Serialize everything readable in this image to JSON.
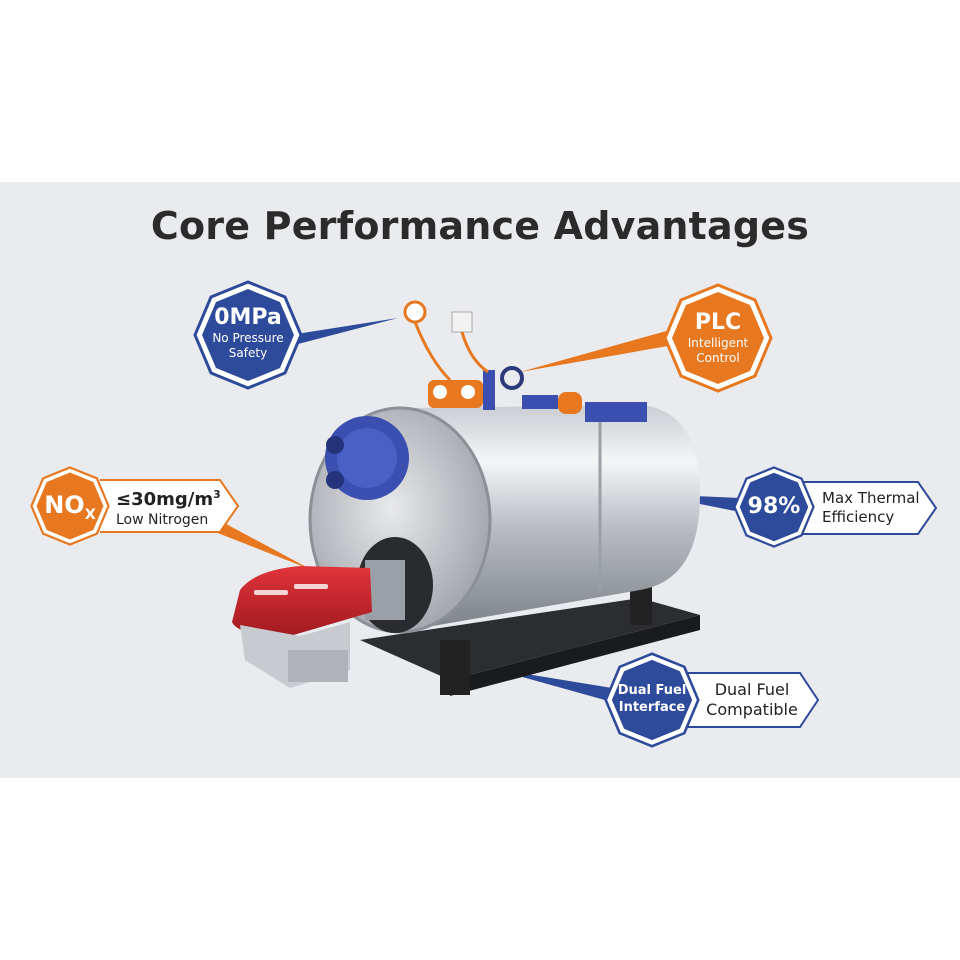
{
  "title": "Core Performance Advantages",
  "colors": {
    "blue": "#2e4a9b",
    "orange": "#e8781f",
    "background": "#e9ebee",
    "white": "#ffffff"
  },
  "badges": {
    "pressure": {
      "value": "0MPa",
      "line1": "No Pressure",
      "line2": "Safety",
      "color": "blue"
    },
    "plc": {
      "value": "PLC",
      "line1": "Intelligent",
      "line2": "Control",
      "color": "orange"
    },
    "nox": {
      "value": "NO",
      "sub": "X",
      "side_line1": "≤30mg/m",
      "side_sup": "3",
      "side_line2": "Low Nitrogen",
      "color": "orange"
    },
    "efficiency": {
      "value": "98%",
      "side_line1": "Max Thermal",
      "side_line2": "Efficiency",
      "color": "blue"
    },
    "fuel": {
      "line1": "Dual Fuel",
      "line2": "Interface",
      "side_line1": "Dual Fuel",
      "side_line2": "Compatible",
      "color": "blue"
    }
  },
  "illustration": {
    "subject": "horizontal-steam-boiler-with-burner"
  }
}
